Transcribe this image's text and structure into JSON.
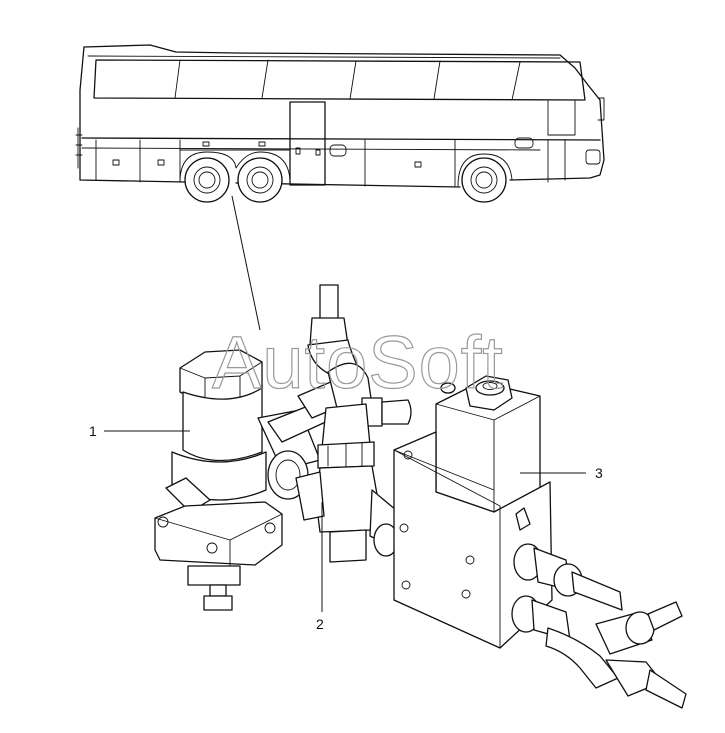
{
  "watermark": {
    "text": "AutoSoft"
  },
  "callouts": [
    {
      "id": "1",
      "label": "1"
    },
    {
      "id": "2",
      "label": "2"
    },
    {
      "id": "3",
      "label": "3"
    }
  ]
}
